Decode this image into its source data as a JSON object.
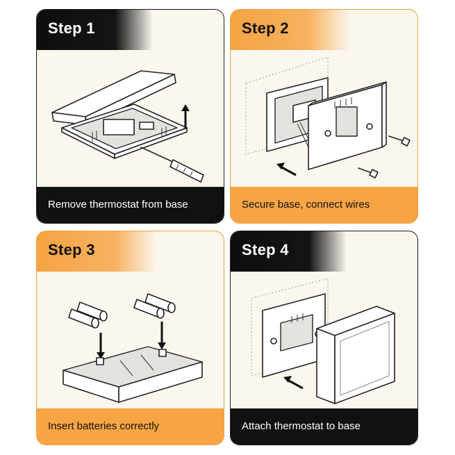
{
  "steps": [
    {
      "title": "Step 1",
      "caption": "Remove thermostat from base"
    },
    {
      "title": "Step 2",
      "caption": "Secure base, connect wires"
    },
    {
      "title": "Step 3",
      "caption": "Insert batteries correctly"
    },
    {
      "title": "Step 4",
      "caption": "Attach thermostat to base"
    }
  ],
  "colors": {
    "dark": "#111111",
    "accent": "#f6a444",
    "panel": "#fbf6ee"
  }
}
